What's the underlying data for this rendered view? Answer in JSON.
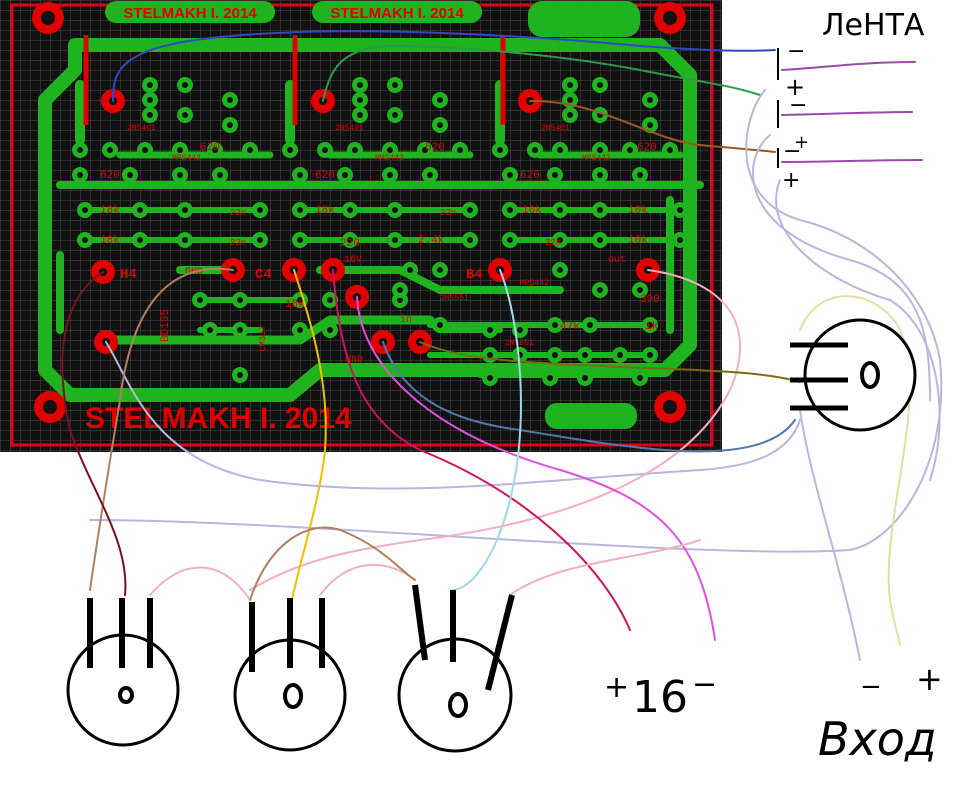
{
  "pcb": {
    "title_top_1": "STELMAKH I. 2014",
    "title_top_2": "STELMAKH I. 2014",
    "title_bottom": "STELMAKH I. 2014",
    "pad_labels": {
      "h4": "H4",
      "gnd_top": "GND",
      "c4": "C4",
      "b4": "B4",
      "v16": "16V",
      "gnd_bottom": "GND",
      "in": "in",
      "out": "out"
    },
    "components": {
      "r620": "620",
      "r18k": "18k",
      "r10k": "10k",
      "r2_4k": "2.4k",
      "r390": "390",
      "r47k": "47k",
      "r1k": "1k",
      "r220": "220",
      "c22n": "22n",
      "tr_2n5401": "2N5401",
      "tr_2n5551": "2N5551",
      "diode": "MPS442",
      "bd135": "BD135",
      "lm317": "LM317"
    }
  },
  "annotations": {
    "tape_label": "ЛеНТА",
    "tape_minus_1": "−",
    "tape_plus_1": "+",
    "tape_minus_2": "−",
    "tape_plus_2": "+",
    "tape_minus_3": "−",
    "tape_plus_3": "+",
    "power_plus": "+",
    "power_value": "16",
    "power_minus": "−",
    "input_minus": "−",
    "input_plus": "+",
    "input_label": "Вход"
  },
  "colors": {
    "pcb_bg": "#111111",
    "pcb_grid": "#4a4a4a",
    "pcb_border": "#e0001a",
    "copper": "#1fb31f",
    "pad_red": "#e00000",
    "wire_blue": "#3048c8",
    "wire_green": "#2c9a4e",
    "wire_brown": "#9a5a28",
    "wire_purple": "#9a4aa8",
    "wire_lavender": "#b8b6dc",
    "wire_pink": "#f0b0c0",
    "wire_magenta": "#e050e0",
    "wire_crimson": "#d01060",
    "wire_yellow": "#f0c000",
    "wire_cyan": "#a0d8e8",
    "wire_tan": "#b08060",
    "wire_darkred": "#7a1020",
    "wire_olive": "#7a6a10",
    "wire_steel": "#5078a8",
    "wire_cream": "#e8dca0"
  }
}
